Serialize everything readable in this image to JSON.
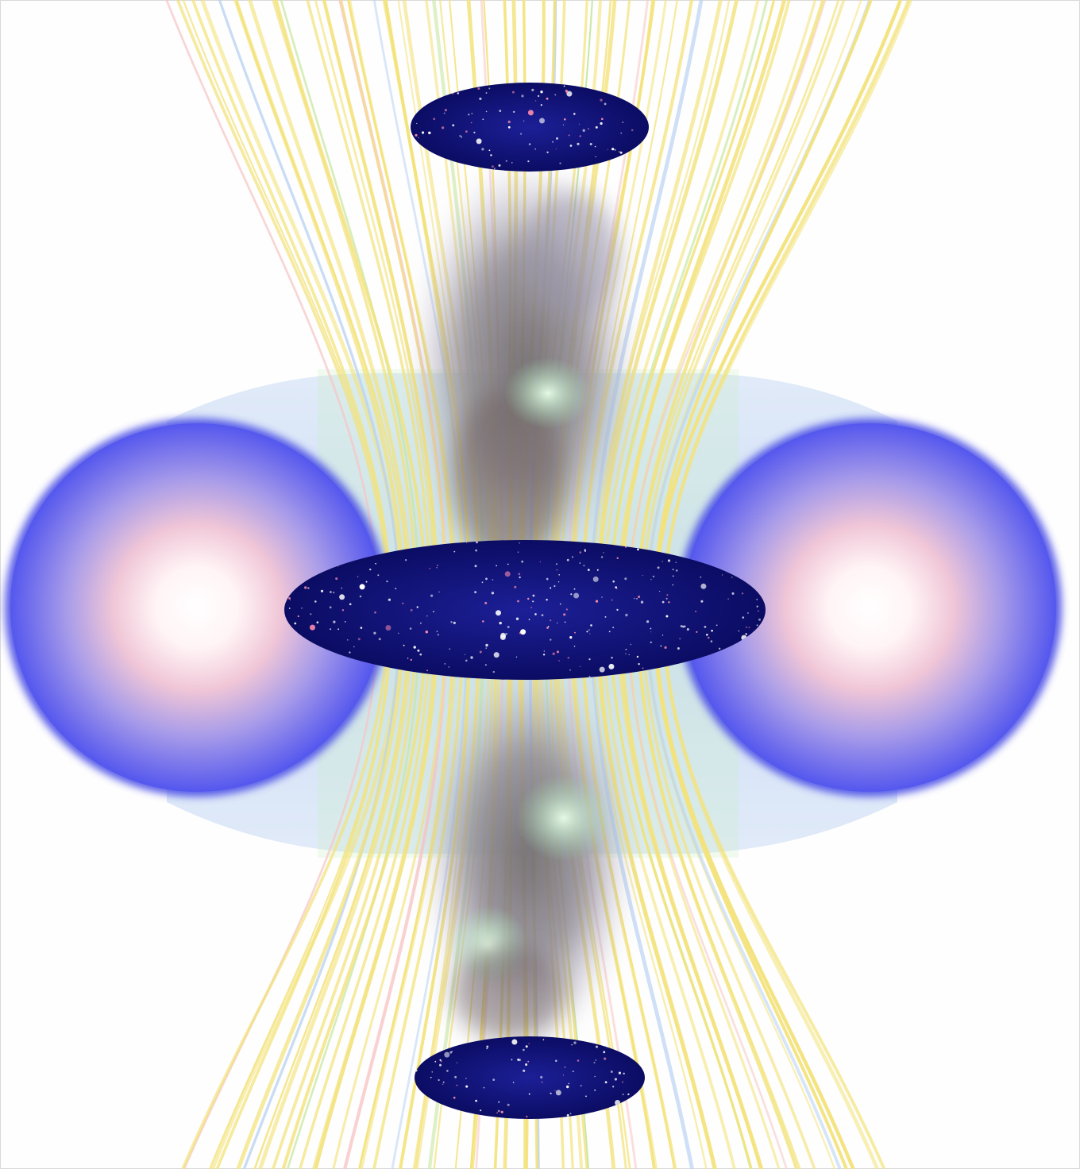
{
  "figure": {
    "title": "",
    "caption": "",
    "background_color": "#ffffff",
    "colors": {
      "field_lines": "#f3e27a",
      "field_line_accents": [
        "#f7c6c6",
        "#c7e6a0",
        "#b9d2f2"
      ],
      "sphere_rim": "#5b5ef0",
      "sphere_mid": "#b59ae6",
      "sphere_core": "#ffffff",
      "torus_sheath": "#c9d9f4",
      "starfield_disk": "#10127a",
      "star": "#ffffff",
      "nebula": "#7f7a78",
      "nebula_glow": "#bfe7c9"
    },
    "elements": [
      {
        "name": "left-sphere",
        "kind": "glowing sphere"
      },
      {
        "name": "right-sphere",
        "kind": "glowing sphere"
      },
      {
        "name": "center-starfield-disk",
        "kind": "starfield ellipse"
      },
      {
        "name": "top-starfield-disk",
        "kind": "starfield ellipse"
      },
      {
        "name": "bottom-starfield-disk",
        "kind": "starfield ellipse"
      },
      {
        "name": "upper-nebula-column",
        "kind": "nebula"
      },
      {
        "name": "lower-nebula-column",
        "kind": "nebula"
      },
      {
        "name": "field-lines",
        "kind": "hourglass field lines"
      }
    ]
  }
}
